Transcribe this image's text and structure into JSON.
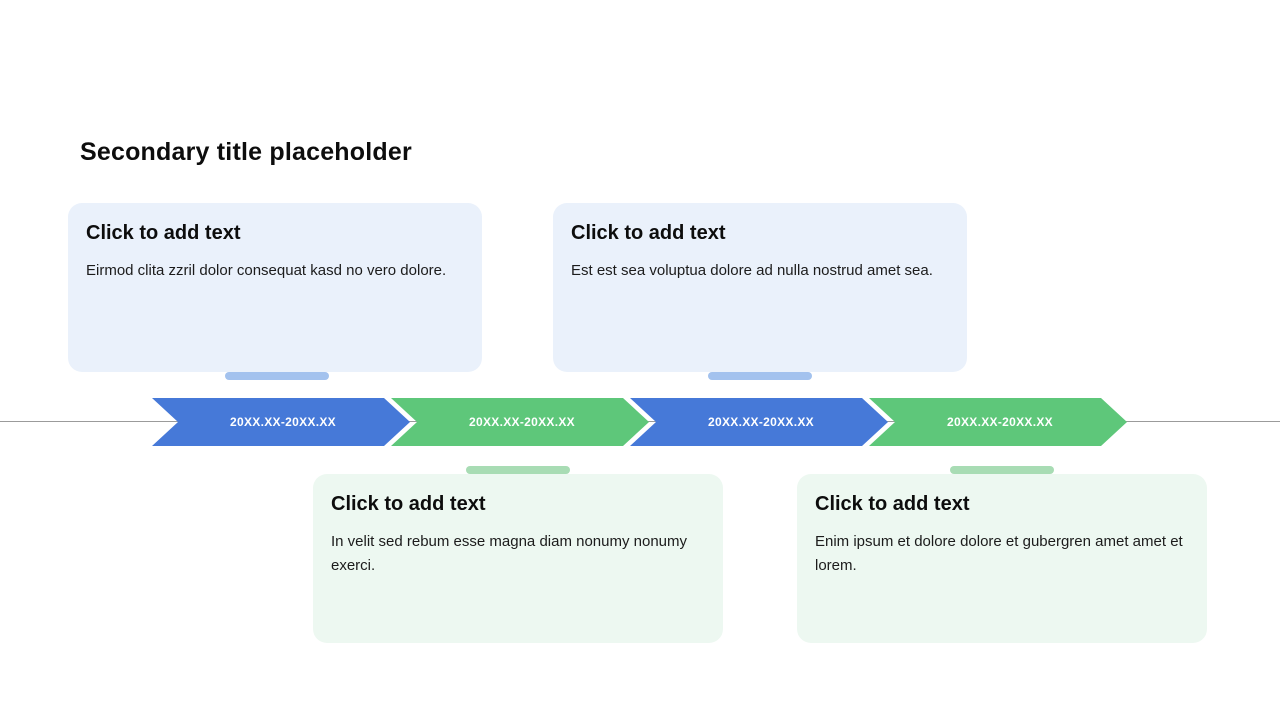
{
  "slide": {
    "title": "Secondary title placeholder"
  },
  "cards": {
    "top": [
      {
        "heading": "Click to add text",
        "body": "Eirmod clita zzril dolor consequat kasd no vero dolore.",
        "bg_color": "#eaf1fb",
        "connector_color": "#a3c2ee"
      },
      {
        "heading": "Click to add text",
        "body": "Est est sea voluptua dolore ad nulla nostrud amet sea.",
        "bg_color": "#eaf1fb",
        "connector_color": "#a3c2ee"
      }
    ],
    "bottom": [
      {
        "heading": "Click to add text",
        "body": "In velit sed rebum esse magna diam nonumy nonumy exerci.",
        "bg_color": "#edf8f1",
        "connector_color": "#a8dcb4"
      },
      {
        "heading": "Click to add text",
        "body": "Enim ipsum et dolore dolore et gubergren amet amet et lorem.",
        "bg_color": "#edf8f1",
        "connector_color": "#a8dcb4"
      }
    ]
  },
  "timeline": {
    "line_color": "#9b9b9b",
    "segments": [
      {
        "label": "20XX.XX-20XX.XX",
        "color": "#4679d8"
      },
      {
        "label": "20XX.XX-20XX.XX",
        "color": "#5ec77a"
      },
      {
        "label": "20XX.XX-20XX.XX",
        "color": "#4679d8"
      },
      {
        "label": "20XX.XX-20XX.XX",
        "color": "#5ec77a"
      }
    ]
  }
}
